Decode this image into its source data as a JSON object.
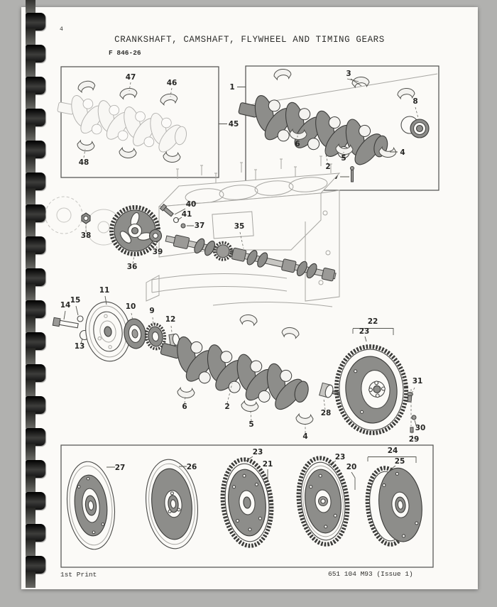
{
  "doc": {
    "page_number": "4",
    "title": "CRANKSHAFT, CAMSHAFT, FLYWHEEL AND TIMING GEARS",
    "figure_code": "F 846-26",
    "footer_left": "1st Print",
    "footer_right": "651 104 M93 (Issue 1)"
  },
  "colors": {
    "background": "#b1b1af",
    "paper": "#fbfaf7",
    "ink": "#2e2e2c",
    "part_shading": "#8d8d8a",
    "light_linework": "#a7a6a2",
    "binding": "#161614"
  },
  "callouts": {
    "standard_crankshaft_box": [
      "47",
      "46",
      "48"
    ],
    "reference": [
      "1",
      "45"
    ],
    "crankshaft_assembly_box": [
      "3",
      "8",
      "6",
      "5",
      "2",
      "4",
      "7"
    ],
    "timing_gear_group": [
      "38",
      "36",
      "39",
      "40",
      "41",
      "37",
      "35"
    ],
    "pulley_group": [
      "11",
      "15",
      "14",
      "13",
      "10",
      "9",
      "12"
    ],
    "lower_crankshaft_group": [
      "6",
      "2",
      "5",
      "4",
      "28"
    ],
    "flywheel_group": [
      "22",
      "23",
      "31",
      "30",
      "29"
    ],
    "flywheel_variants_box": [
      "27",
      "26",
      "23",
      "21",
      "23",
      "20",
      "24",
      "25"
    ]
  }
}
